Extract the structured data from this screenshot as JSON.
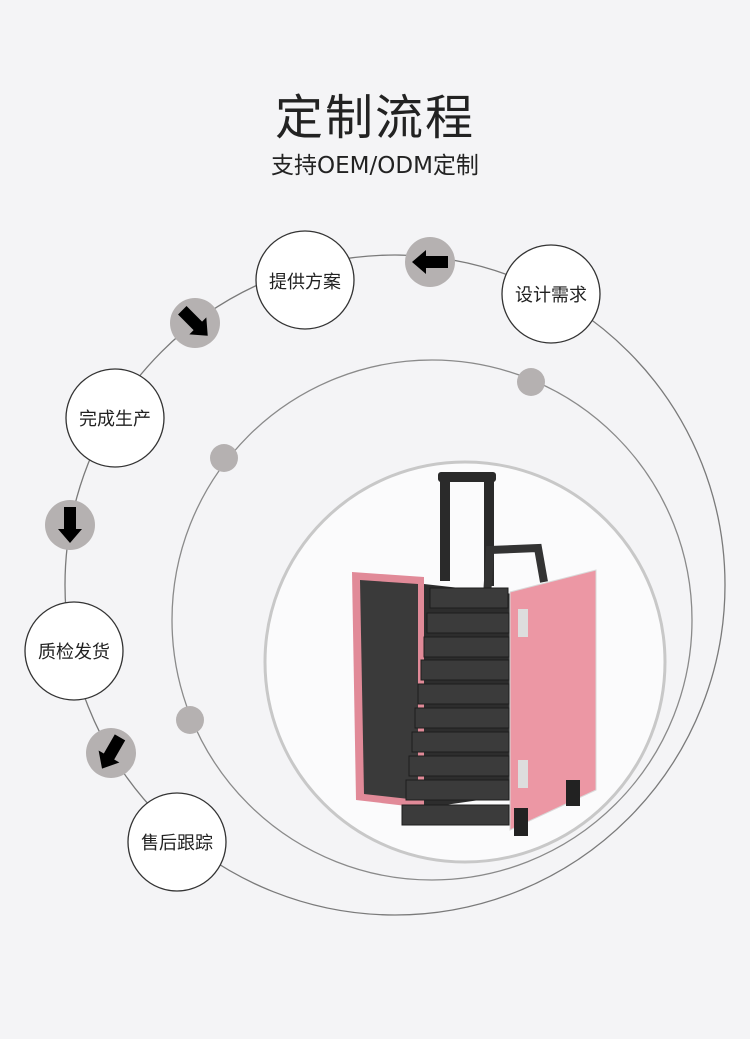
{
  "header": {
    "title": "定制流程",
    "subtitle": "支持OEM/ODM定制"
  },
  "steps": [
    {
      "label": "设计需求"
    },
    {
      "label": "提供方案"
    },
    {
      "label": "完成生产"
    },
    {
      "label": "质检发货"
    },
    {
      "label": "售后跟踪"
    }
  ],
  "colors": {
    "background": "#f4f4f6",
    "arrow_badge": "#b5b1b1",
    "case_pink": "#e8909e",
    "line": "#7a7a7a"
  }
}
